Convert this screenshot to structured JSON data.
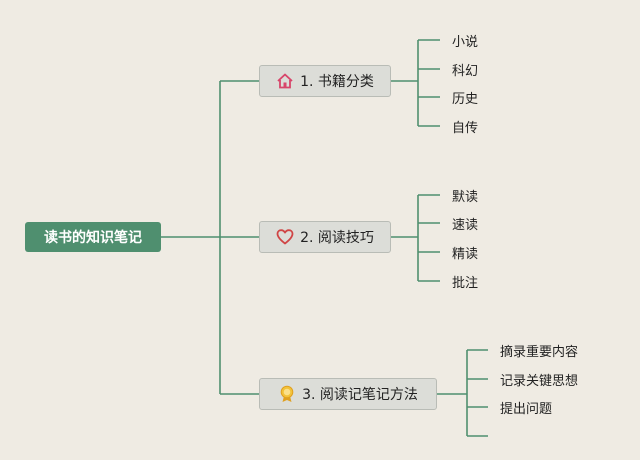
{
  "root": {
    "label": "读书的知识笔记"
  },
  "branches": [
    {
      "label": "1. 书籍分类",
      "icon": "home-icon",
      "icon_color": "#d8456a",
      "leaves": [
        "小说",
        "科幻",
        "历史",
        "自传"
      ]
    },
    {
      "label": "2. 阅读技巧",
      "icon": "heart-icon",
      "icon_color": "#d04545",
      "leaves": [
        "默读",
        "速读",
        "精读",
        "批注"
      ]
    },
    {
      "label": "3. 阅读记笔记方法",
      "icon": "award-icon",
      "icon_color": "#e0a020",
      "leaves": [
        "摘录重要内容",
        "记录关键思想",
        "提出问题",
        ""
      ]
    }
  ],
  "colors": {
    "background": "#efebe3",
    "line": "#4f8f6f",
    "root_fill": "#4f8f6f",
    "branch_fill": "#dcddd8"
  }
}
